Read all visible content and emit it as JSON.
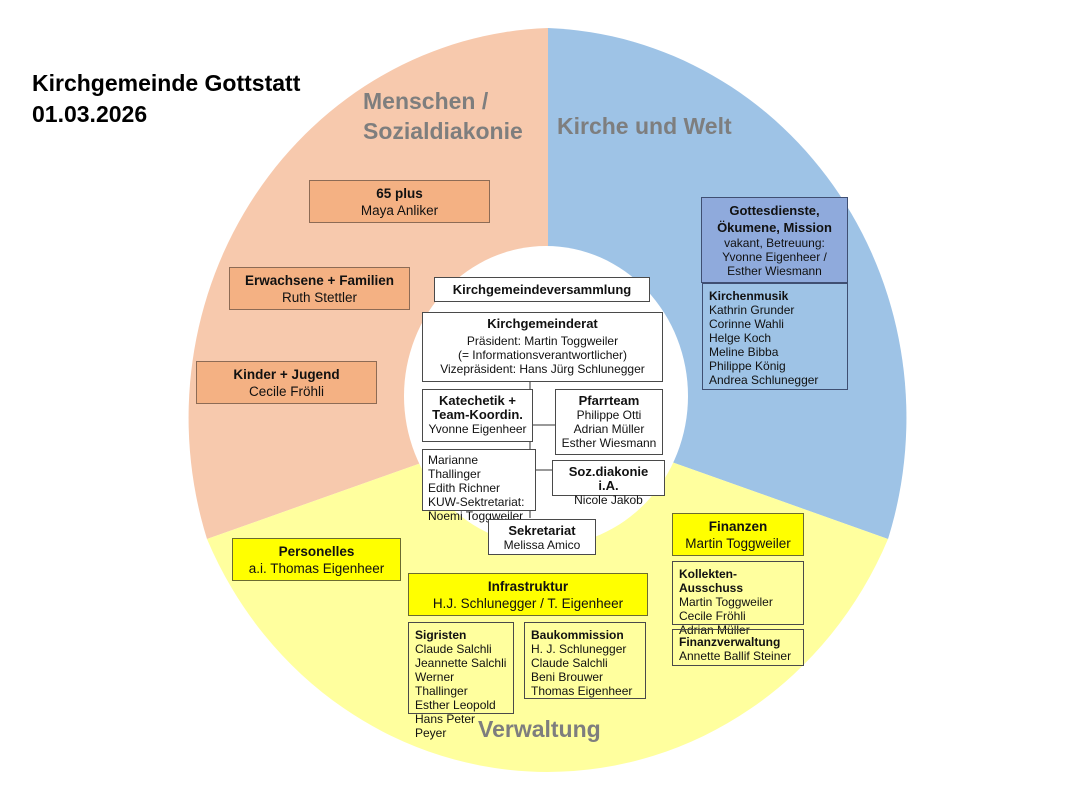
{
  "title": {
    "line1": "Kirchgemeinde Gottstatt",
    "line2": "01.03.2026"
  },
  "sectors": {
    "menschen": {
      "line1": "Menschen /",
      "line2": "Sozialdiakonie"
    },
    "kirche": {
      "label": "Kirche und Welt"
    },
    "verwaltung": {
      "label": "Verwaltung"
    }
  },
  "colors": {
    "peach": "#f7c9ad",
    "blue": "#9ec3e6",
    "yellow": "#ffff9e",
    "orange_box": "#f4b183",
    "yellow_box": "#ffff00",
    "blue_box": "#8faadc"
  },
  "boxes": {
    "plus65": {
      "heading": "65 plus",
      "name": "Maya Anliker"
    },
    "erwachsene": {
      "heading": "Erwachsene + Familien",
      "name": "Ruth Stettler"
    },
    "kinder": {
      "heading": "Kinder + Jugend",
      "name": "Cecile Fröhli"
    },
    "versammlung": {
      "heading": "Kirchgemeindeversammlung"
    },
    "rat": {
      "heading": "Kirchgemeinderat",
      "l1": "Präsident: Martin Toggweiler",
      "l2": "(= Informationsverantwortlicher)",
      "l3": "Vizepräsident: Hans Jürg Schlunegger"
    },
    "katechetik": {
      "h1": "Katechetik +",
      "h2": "Team-Koordin.",
      "name": "Yvonne Eigenheer"
    },
    "pfarrteam": {
      "heading": "Pfarrteam",
      "members": [
        "Philippe Otti",
        "Adrian Müller",
        "Esther Wiesmann"
      ]
    },
    "kuw": {
      "lines": [
        "Marianne Thallinger",
        "Edith Richner",
        "KUW-Sektretariat:",
        "Noemi Toggweiler"
      ]
    },
    "sozdiakonie": {
      "heading": "Soz.diakonie i.A.",
      "name": "Nicole Jakob"
    },
    "sekretariat": {
      "heading": "Sekretariat",
      "name": "Melissa Amico"
    },
    "gottesdienste": {
      "h1": "Gottesdienste,",
      "h2": "Ökumene, Mission",
      "l1": "vakant, Betreuung:",
      "l2": "Yvonne Eigenheer /",
      "l3": "Esther Wiesmann"
    },
    "kirchenmusik": {
      "heading": "Kirchenmusik",
      "members": [
        "Kathrin Grunder",
        "Corinne Wahli",
        "Helge Koch",
        "Meline Bibba",
        "Philippe König",
        "Andrea Schlunegger"
      ]
    },
    "finanzen": {
      "heading": "Finanzen",
      "name": "Martin Toggweiler"
    },
    "kollekten": {
      "heading": "Kollekten-Ausschuss",
      "members": [
        "Martin Toggweiler",
        "Cecile Fröhli",
        "Adrian Müller"
      ]
    },
    "finanzverwaltung": {
      "heading": "Finanzverwaltung",
      "name": "Annette Ballif Steiner"
    },
    "personelles": {
      "heading": "Personelles",
      "name": "a.i. Thomas Eigenheer"
    },
    "infrastruktur": {
      "heading": "Infrastruktur",
      "name": "H.J. Schlunegger / T. Eigenheer"
    },
    "sigristen": {
      "heading": "Sigristen",
      "members": [
        "Claude Salchli",
        "Jeannette Salchli",
        "Werner Thallinger",
        "Esther Leopold",
        "Hans Peter Peyer"
      ]
    },
    "baukommission": {
      "heading": "Baukommission",
      "members": [
        "H. J. Schlunegger",
        "Claude Salchli",
        "Beni Brouwer",
        "Thomas Eigenheer"
      ]
    }
  }
}
